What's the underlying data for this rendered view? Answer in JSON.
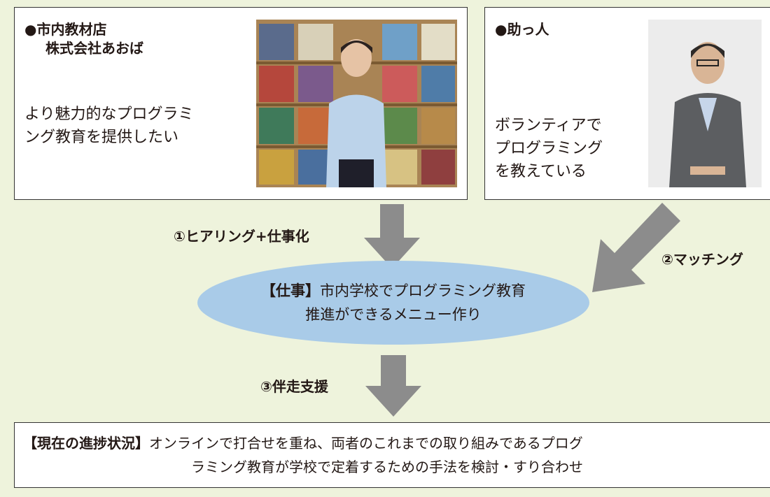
{
  "shop": {
    "title_line1": "●市内教材店",
    "title_line2": "株式会社あおば",
    "desc_line1": "より魅力的なプログラミ",
    "desc_line2": "ング教育を提供したい"
  },
  "helper": {
    "title": "●助っ人",
    "desc_line1": "ボランティアで",
    "desc_line2": "プログラミング",
    "desc_line3": "を教えている"
  },
  "arrows": {
    "step1": "①ヒアリング+仕事化",
    "step2": "②マッチング",
    "step3": "③伴走支援",
    "color": "#8c8c8c"
  },
  "job": {
    "prefix": "【仕事】",
    "line1": "市内学校でプログラミング教育",
    "line2": "推進ができるメニュー作り",
    "color": "#a9cbe8"
  },
  "status": {
    "heading": "【現在の進捗状況】",
    "line1": "オンラインで打合せを重ね、両者のこれまでの取り組みであるプログ",
    "line2": "ラミング教育が学校で定着するための手法を検討・すり合わせ"
  },
  "colors": {
    "background": "#eef3dc",
    "border": "#333333"
  }
}
